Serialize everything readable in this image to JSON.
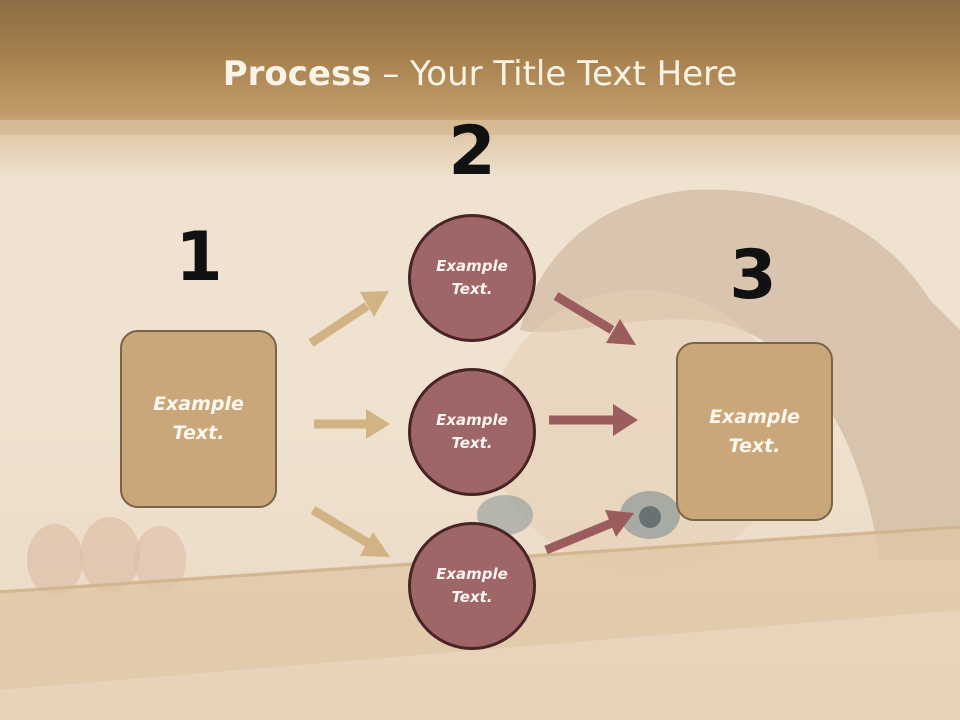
{
  "title": {
    "strong": "Process",
    "rest": " – Your Title Text Here"
  },
  "steps": [
    {
      "number": "1",
      "boxes": [
        "Example\nText."
      ]
    },
    {
      "number": "2",
      "circles": [
        "Example\nText.",
        "Example\nText.",
        "Example\nText."
      ]
    },
    {
      "number": "3",
      "boxes": [
        "Example\nText."
      ]
    }
  ],
  "colors": {
    "box_fill": "#caa77a",
    "circle_fill": "#9e6666",
    "circle_border": "#4a2424",
    "arrow_tan": "#d2b383",
    "arrow_maroon": "#9a5c5c"
  }
}
